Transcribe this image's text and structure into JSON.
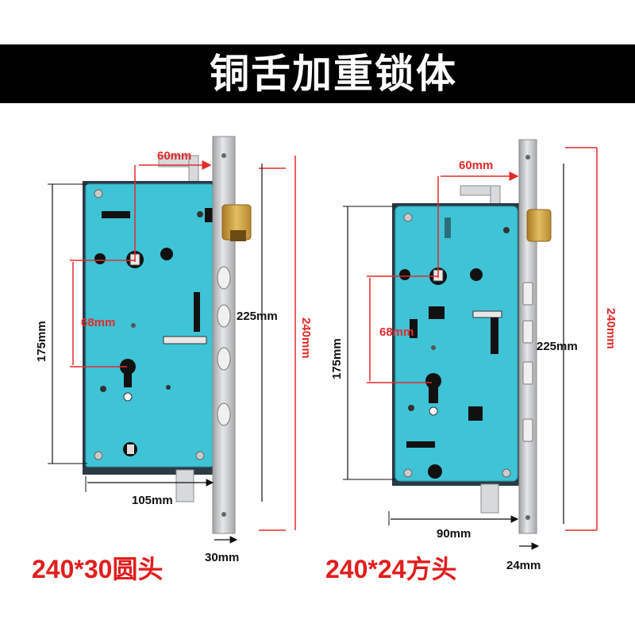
{
  "title": "铜舌加重锁体",
  "left_lock": {
    "variant_label": "240*30圆头",
    "dims": {
      "latch_offset": "60mm",
      "spindle_cylinder_distance": "68mm",
      "body_height": "175mm",
      "faceplate_screw_span": "225mm",
      "faceplate_length": "240mm",
      "body_width": "105mm",
      "faceplate_width": "30mm"
    }
  },
  "right_lock": {
    "variant_label": "240*24方头",
    "dims": {
      "latch_offset": "60mm",
      "spindle_cylinder_distance": "68mm",
      "body_height": "175mm",
      "faceplate_screw_span": "225mm",
      "faceplate_length": "240mm",
      "body_width": "90mm",
      "faceplate_width": "24mm"
    }
  },
  "colors": {
    "body": "#3fc3d6",
    "faceplate": "#c9cacb",
    "brass": "#c9a24a",
    "dimension_red": "#e32a2a"
  }
}
